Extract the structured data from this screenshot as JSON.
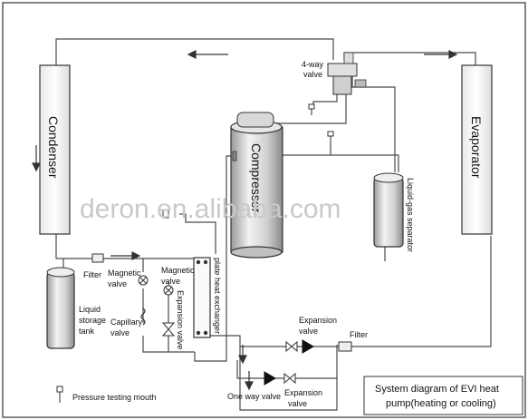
{
  "watermark": "deron.en.alibaba.com",
  "labels": {
    "condenser": "Condenser",
    "evaporator": "Evaporator",
    "compressor": "Compressor",
    "four_way_valve_line1": "4-way",
    "four_way_valve_line2": "valve",
    "liquid_gas_separator": "Liquid-gas separator",
    "plate_heat_exchanger": "plate heat exchanger",
    "filter_left": "Filter",
    "magnetic_valve_1_line1": "Magnetic",
    "magnetic_valve_1_line2": "valve",
    "magnetic_valve_2_line1": "Magnetic",
    "magnetic_valve_2_line2": "valve",
    "expansion_valve_vertical": "Expansion valve",
    "liquid_storage_tank_line1": "Liquid",
    "liquid_storage_tank_line2": "storage",
    "liquid_storage_tank_line3": "tank",
    "capillary_valve_line1": "Capillary",
    "capillary_valve_line2": "valve",
    "expansion_valve_top_line1": "Expansion",
    "expansion_valve_top_line2": "valve",
    "filter_right": "Filter",
    "one_way_valve": "One way valve",
    "expansion_valve_bottom_line1": "Expansion",
    "expansion_valve_bottom_line2": "valve",
    "pressure_testing_mouth": "Pressure testing mouth"
  },
  "caption": {
    "line1": "System diagram of EVI heat",
    "line2": "pump(heating or cooling)"
  }
}
